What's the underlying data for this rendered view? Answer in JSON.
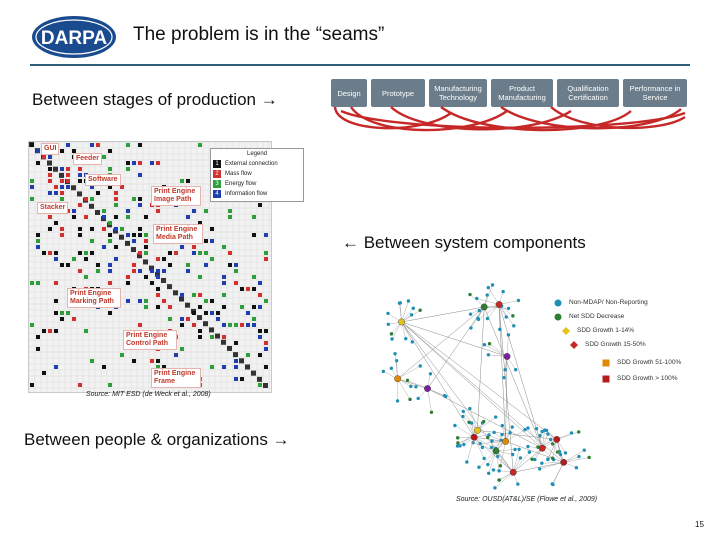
{
  "header": {
    "logo_text": "DARPA",
    "title": "The problem is in the “seams”"
  },
  "labels": {
    "production": "Between stages of production →",
    "components": "← Between system components",
    "people": "Between people & organizations →"
  },
  "stages": [
    "Design",
    "Prototype",
    "Manufacturing Technology",
    "Product Manufacturing",
    "Qualification Certification",
    "Performance in Service"
  ],
  "dsm": {
    "tags": [
      "GUI",
      "Feeder",
      "Software",
      "Stacker",
      "Print Engine Image Path",
      "Print Engine Media Path",
      "Print Engine Marking Path",
      "Print Engine Control Path",
      "Print Engine Frame"
    ],
    "legend_title": "Legend",
    "legend": [
      {
        "num": "1",
        "text": "External connection",
        "color": "#111111"
      },
      {
        "num": "2",
        "text": "Mass flow",
        "color": "#d32f2f"
      },
      {
        "num": "3",
        "text": "Energy flow",
        "color": "#2e9e3a"
      },
      {
        "num": "4",
        "text": "Information flow",
        "color": "#1f3fb0"
      }
    ],
    "source": "Source: MIT ESD (de Weck et al., 2008)"
  },
  "network": {
    "legend": [
      {
        "shape": "circle",
        "color": "#1f8fb5",
        "text": "Non-MDAP/ Non-Reporting"
      },
      {
        "shape": "circle",
        "color": "#2e7d32",
        "text": "Net SDD Decrease"
      },
      {
        "shape": "diamond",
        "color": "#e3c21a",
        "text": "SDD Growth 1-14%"
      },
      {
        "shape": "diamond",
        "color": "#c62828",
        "text": "SDD Growth 15-50%"
      },
      {
        "shape": "square",
        "color": "#e08a00",
        "text": "SDD Growth 51-100%"
      },
      {
        "shape": "square",
        "color": "#b71c1c",
        "text": "SDD Growth > 100%"
      }
    ],
    "source": "Source: OUSD(AT&L)/SE (Flowe et al., 2009)"
  },
  "page_number": "15",
  "colors": {
    "rule": "#2f5f7a",
    "logo": "#1b4b8f",
    "arc": "#c62828"
  }
}
